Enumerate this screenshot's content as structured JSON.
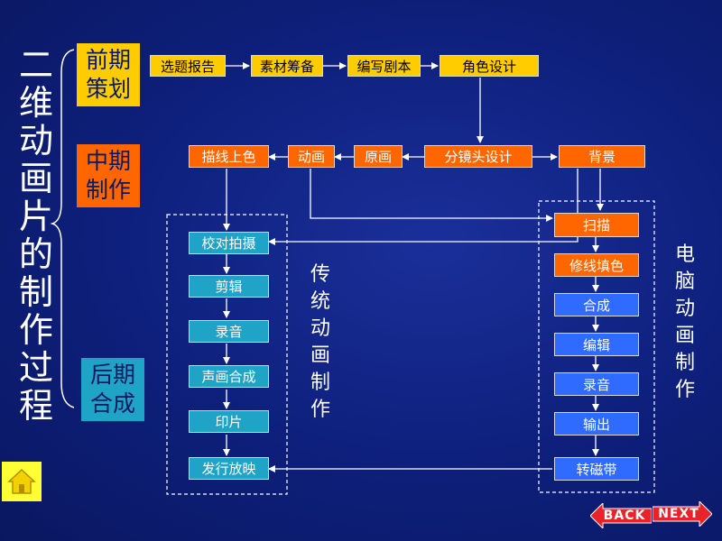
{
  "title_chars": [
    "二",
    "维",
    "动",
    "画",
    "片",
    "的",
    "制",
    "作",
    "过",
    "程"
  ],
  "phases": {
    "planning": [
      "前期",
      "策划"
    ],
    "production": [
      "中期",
      "制作"
    ],
    "post": [
      "后期",
      "合成"
    ]
  },
  "colors": {
    "planning": "#ffcc00",
    "production": "#ff6600",
    "post": "#1fa3c7",
    "computer_steps": "#2f6bff"
  },
  "planning_steps": [
    "选题报告",
    "素材筹备",
    "编写剧本",
    "角色设计"
  ],
  "production_steps": {
    "storyboard": "分镜头设计",
    "keyframe": "原画",
    "animation": "动画",
    "inking": "描线上色",
    "background": "背景"
  },
  "traditional": {
    "label_chars": [
      "传",
      "统",
      "动",
      "画"
    ],
    "label_chars2": [
      "制",
      "作"
    ],
    "steps": [
      "校对拍摄",
      "剪辑",
      "录音",
      "声画合成",
      "印片",
      "发行放映"
    ]
  },
  "computer": {
    "label_chars": [
      "电",
      "脑",
      "动",
      "画",
      "制",
      "作"
    ],
    "steps": [
      "扫描",
      "修线填色",
      "合成",
      "编辑",
      "录音",
      "输出",
      "转磁带"
    ]
  },
  "nav": {
    "back": "BACK",
    "next": "NEXT",
    "home_icon": "home-icon"
  }
}
